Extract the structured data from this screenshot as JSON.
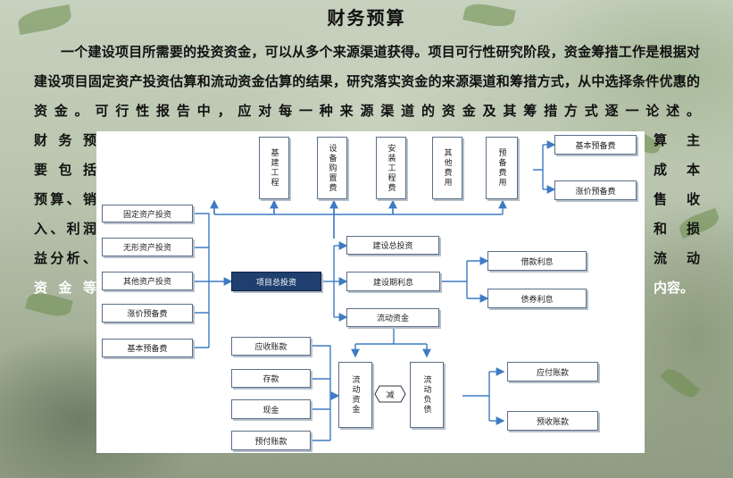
{
  "title": "财务预算",
  "intro": "一个建设项目所需要的投资资金，可以从多个来源渠道获得。项目可行性研究阶段，资金筹措工作是根据对建设项目固定资产投资估算和流动资金估算的结果，研究落实资金的来源渠道和筹措方式，从中选择条件优惠的资金。可行性报告中，应对每一种来源渠道的资金及其筹措方式逐一论述。",
  "side_left": [
    "财务预",
    "要包括",
    "预算、销",
    "入、利润",
    "益分析、",
    "资金等"
  ],
  "side_right": [
    "算主",
    "成本",
    "售收",
    "和损",
    "流动",
    "内容。"
  ],
  "diagram": {
    "top_costs": [
      "基建工程",
      "设备购置费",
      "安装工程费",
      "其他费用",
      "预备费用"
    ],
    "reserve_types": [
      "基本预备费",
      "涨价预备费"
    ],
    "left_inputs": [
      "固定资产投资",
      "无形资产投资",
      "其他资产投资",
      "涨价预备费",
      "基本预备费"
    ],
    "hub": "项目总投资",
    "middle": [
      "建设总投资",
      "建设期利息",
      "流动资金"
    ],
    "interest_types": [
      "借款利息",
      "债券利息"
    ],
    "current_assets_items": [
      "应收账款",
      "存款",
      "现金",
      "预付账款"
    ],
    "current_assets": "流动资金",
    "minus": "减",
    "current_liabilities": "流动负债",
    "liability_items": [
      "应付账款",
      "预收账款"
    ]
  }
}
